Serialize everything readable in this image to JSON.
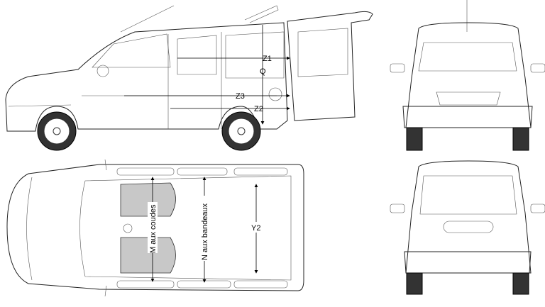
{
  "diagram": {
    "side_view": {
      "labels": {
        "z1": "Z1",
        "q": "Q",
        "z3": "Z3",
        "z2": "Z2"
      }
    },
    "top_view": {
      "labels": {
        "m": "M aux coudes",
        "n": "N aux bandeaux",
        "y2": "Y2"
      }
    },
    "front_view": {},
    "rear_view": {}
  }
}
